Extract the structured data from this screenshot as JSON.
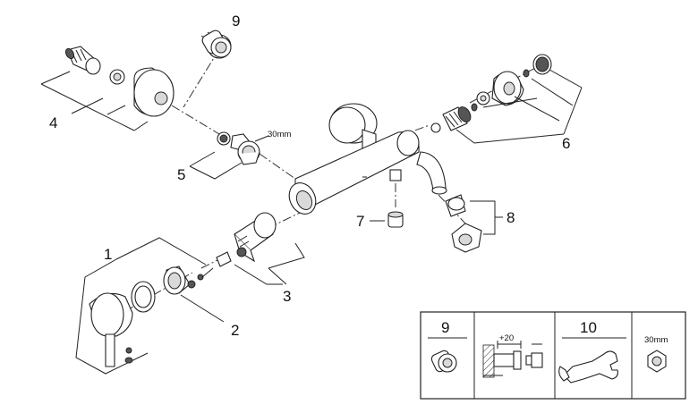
{
  "callouts": {
    "c1": "1",
    "c2": "2",
    "c3": "3",
    "c4": "4",
    "c5": "5",
    "c6": "6",
    "c7": "7",
    "c8": "8",
    "c9": "9"
  },
  "dimension_label": "30mm",
  "inset": {
    "col1_number": "9",
    "col2_offset": "+20",
    "col3_number": "10",
    "col4_size": "30mm"
  }
}
